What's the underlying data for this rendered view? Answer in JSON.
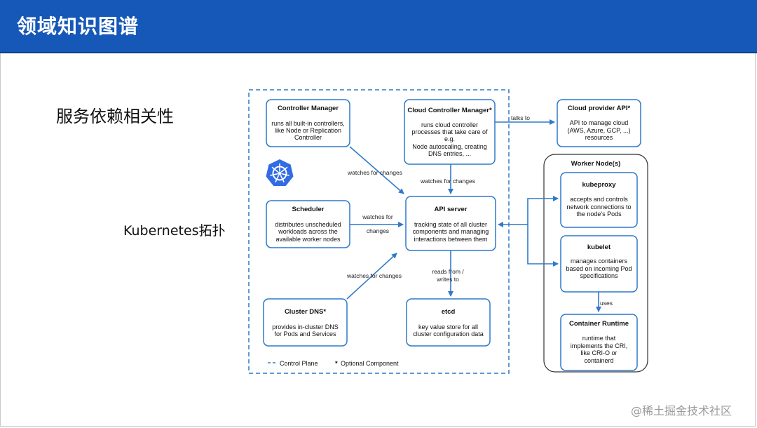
{
  "header": {
    "title": "领域知识图谱"
  },
  "main": {
    "heading_dependencies": "服务依赖相关性",
    "heading_topology": "Kubernetes拓扑"
  },
  "watermark": "@稀土掘金技术社区",
  "diagram": {
    "controller_manager": {
      "title": "Controller Manager",
      "lines": [
        "runs all built-in controllers,",
        "like Node or Replication",
        "Controller"
      ]
    },
    "cloud_controller_manager": {
      "title": "Cloud Controller Manager*",
      "lines": [
        "runs cloud controller",
        "processes that take care of",
        "e.g.",
        "Node autoscaling, creating",
        "DNS entries, ..."
      ]
    },
    "cloud_provider_api": {
      "title": "Cloud provider API*",
      "lines": [
        "API to manage cloud",
        "(AWS, Azure, GCP, ...)",
        "resources"
      ]
    },
    "scheduler": {
      "title": "Scheduler",
      "lines": [
        "distributes unscheduled",
        "workloads across the",
        "available worker nodes"
      ]
    },
    "api_server": {
      "title": "API server",
      "lines": [
        "tracking state of all cluster",
        "components and managing",
        "interactions between them"
      ]
    },
    "cluster_dns": {
      "title": "Cluster DNS*",
      "lines": [
        "provides in-cluster DNS",
        "for Pods and Services"
      ]
    },
    "etcd": {
      "title": "etcd",
      "lines": [
        "key value store for all",
        "cluster configuration data"
      ]
    },
    "worker_nodes": {
      "title": "Worker Node(s)"
    },
    "kubeproxy": {
      "title": "kubeproxy",
      "lines": [
        "accepts and controls",
        "network connections to",
        "the node's Pods"
      ]
    },
    "kubelet": {
      "title": "kubelet",
      "lines": [
        "manages containers",
        "based on incoming Pod",
        "specifications"
      ]
    },
    "container_runtime": {
      "title": "Container Runtime",
      "lines": [
        "runtime that",
        "implements the CRI,",
        "like CRI-O or",
        "containerd"
      ]
    },
    "labels": {
      "talks_to": "talks to",
      "watches_cm": "watches for changes",
      "watches_ccm": "watches for changes",
      "watches_sched_1": "watches for",
      "watches_sched_2": "changes",
      "watches_dns": "watches for changes",
      "reads_1": "reads from /",
      "reads_2": "writes to",
      "uses": "uses"
    },
    "legend": {
      "control_plane": "Control Plane",
      "optional_star": "*",
      "optional": "Optional Component"
    },
    "colors": {
      "accent": "#2f79c9",
      "header": "#1558b8",
      "k8s_logo": "#326ce5"
    },
    "icons": {
      "logo": "kubernetes-logo-icon"
    }
  }
}
